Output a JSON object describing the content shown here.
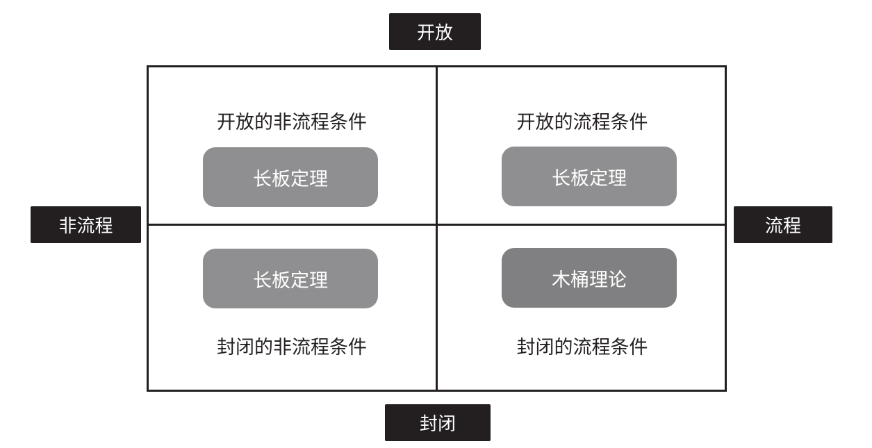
{
  "axes": {
    "top": "开放",
    "bottom": "封闭",
    "left": "非流程",
    "right": "流程"
  },
  "quadrants": {
    "top_left": {
      "caption": "开放的非流程条件",
      "box": "长板定理"
    },
    "top_right": {
      "caption": "开放的流程条件",
      "box": "长板定理"
    },
    "bottom_left": {
      "caption": "封闭的非流程条件",
      "box": "长板定理"
    },
    "bottom_right": {
      "caption": "封闭的流程条件",
      "box": "木桶理论"
    }
  },
  "colors": {
    "label_background": "#231f20",
    "box_light": "#8f8f91",
    "box_dark": "#808082",
    "line": "#231f20"
  }
}
